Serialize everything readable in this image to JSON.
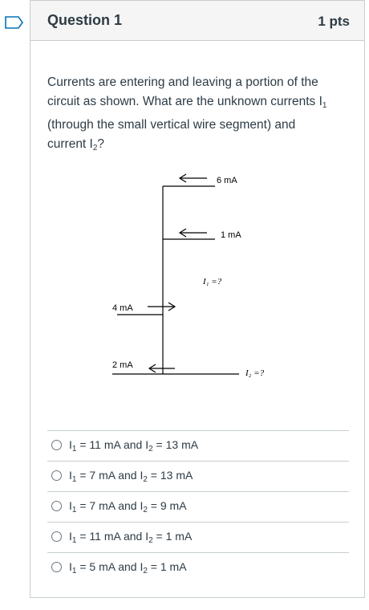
{
  "question": {
    "title": "Question 1",
    "points": "1 pts",
    "text_parts": {
      "p1": "Currents are entering and leaving a portion of the circuit as shown.  What are the unknown currents I",
      "sub1": "1",
      "p2": " (through the small vertical wire segment) and current I",
      "sub2": "2",
      "p3": "?"
    }
  },
  "diagram": {
    "label_top": "6 mA",
    "label_mid": "1 mA",
    "label_left_upper": "4 mA",
    "label_left_lower": "2 mA",
    "label_i1": "I₁ =?",
    "label_i2": "I₂ =?"
  },
  "answers": [
    {
      "a": "I",
      "s1": "1",
      "b": " = 11 mA and I",
      "s2": "2",
      "c": " = 13 mA"
    },
    {
      "a": "I",
      "s1": "1",
      "b": " = 7 mA and I",
      "s2": "2",
      "c": " = 13 mA"
    },
    {
      "a": "I",
      "s1": "1",
      "b": " = 7 mA and I",
      "s2": "2",
      "c": " = 9 mA"
    },
    {
      "a": "I",
      "s1": "1",
      "b": " = 11 mA and I",
      "s2": "2",
      "c": " = 1 mA"
    },
    {
      "a": "I",
      "s1": "1",
      "b": " = 5 mA and I",
      "s2": "2",
      "c": " = 1 mA"
    }
  ],
  "colors": {
    "accent_flag": "#0374b5",
    "border": "#c7cdd1",
    "header_bg": "#f5f5f5",
    "text": "#2d3b45"
  },
  "icons": {
    "flag": "bookmark-flag-icon",
    "radio": "radio-circle-icon"
  }
}
